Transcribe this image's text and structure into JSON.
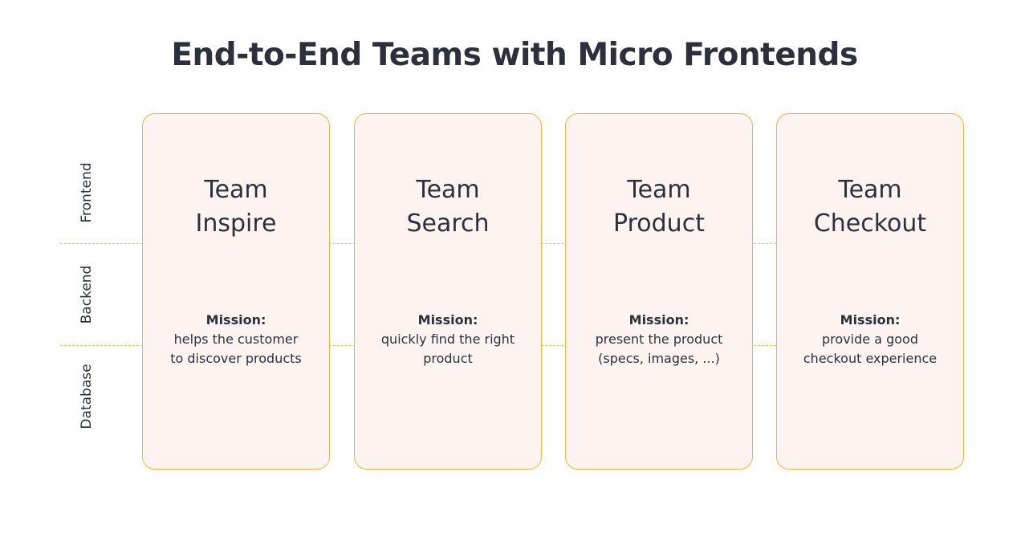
{
  "title": "End-to-End Teams with Micro Frontends",
  "layers": [
    {
      "label": "Frontend"
    },
    {
      "label": "Backend"
    },
    {
      "label": "Database"
    }
  ],
  "teams": [
    {
      "title_line1": "Team",
      "title_line2": "Inspire",
      "mission_label": "Mission:",
      "mission_line1": "helps the customer",
      "mission_line2": "to discover products"
    },
    {
      "title_line1": "Team",
      "title_line2": "Search",
      "mission_label": "Mission:",
      "mission_line1": "quickly find the right",
      "mission_line2": "product"
    },
    {
      "title_line1": "Team",
      "title_line2": "Product",
      "mission_label": "Mission:",
      "mission_line1": "present the product",
      "mission_line2": "(specs, images, ...)"
    },
    {
      "title_line1": "Team",
      "title_line2": "Checkout",
      "mission_label": "Mission:",
      "mission_line1": "provide a good",
      "mission_line2": "checkout experience"
    }
  ],
  "colors": {
    "text": "#2c303b",
    "card_border": "#f0b43c",
    "card_background": "#fdf4f1",
    "divider": "#f2b84a"
  }
}
